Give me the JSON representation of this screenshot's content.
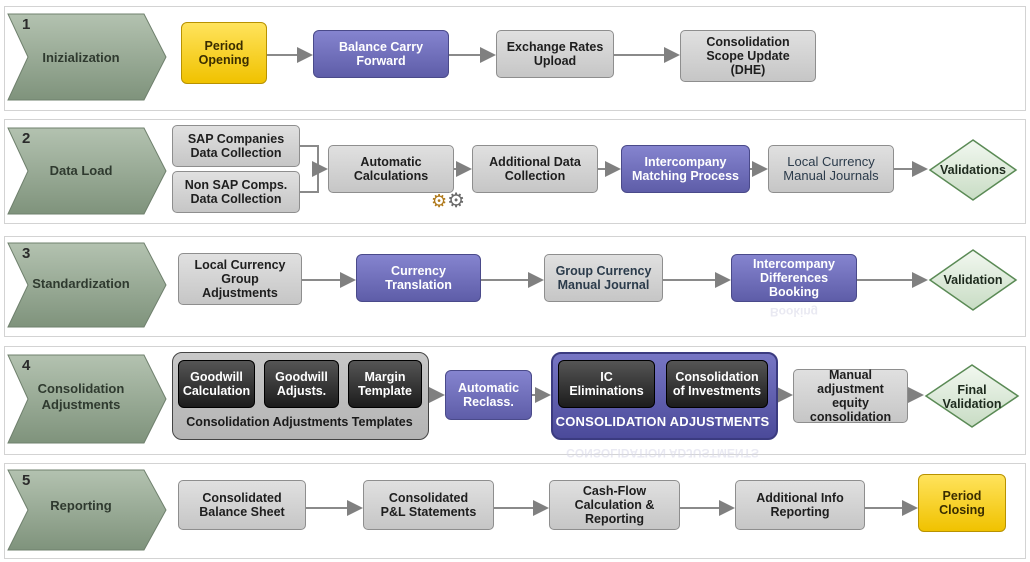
{
  "colors": {
    "chevron": "#8ea08c",
    "gray_box": "#cfcfcf",
    "purple_box": "#6e6dba",
    "yellow_box": "#f7d21a",
    "diamond": "#dfeede",
    "arrow": "#7f7f7f"
  },
  "phases": [
    {
      "number": "1",
      "title": "Inizialization",
      "steps": {
        "period_opening": "Period\nOpening",
        "balance_carry_forward": "Balance Carry\nForward",
        "exchange_rates_upload": "Exchange Rates\nUpload",
        "scope_update": "Consolidation\nScope Update\n(DHE)"
      }
    },
    {
      "number": "2",
      "title": "Data Load",
      "steps": {
        "sap_companies": "SAP Companies\nData Collection",
        "non_sap": "Non SAP Comps.\nData Collection",
        "automatic_calculations": "Automatic\nCalculations",
        "additional_data": "Additional Data\nCollection",
        "ic_matching": "Intercompany\nMatching Process",
        "local_journals": "Local Currency\nManual Journals",
        "validations": "Validations"
      },
      "gear_icon": "gears-icon"
    },
    {
      "number": "3",
      "title": "Standardization",
      "steps": {
        "local_group_adj": "Local Currency\nGroup\nAdjustments",
        "currency_translation": "Currency\nTranslation",
        "group_journal": "Group Currency\nManual Journal",
        "ic_differences": "Intercompany\nDifferences\nBooking",
        "ic_differences_reflection": "Booking",
        "validation": "Validation"
      }
    },
    {
      "number": "4",
      "title": "Consolidation\nAdjustments",
      "steps": {
        "goodwill_calc": "Goodwill\nCalculation",
        "goodwill_adj": "Goodwill\nAdjusts.",
        "margin_template": "Margin\nTemplate",
        "templates_label": "Consolidation  Adjustments Templates",
        "automatic_reclass": "Automatic\nReclass.",
        "ic_eliminations": "IC\nEliminations",
        "consolidation_investments": "Consolidation\nof Investments",
        "consolidation_adjustments_label": "CONSOLIDATION ADJUSTMENTS",
        "consolidation_adjustments_reflection": "CONSOLIDATION ADJUSTMENTS",
        "manual_equity": "Manual\nadjustment\nequity\nconsolidation",
        "final_validation": "Final\nValidation"
      }
    },
    {
      "number": "5",
      "title": "Reporting",
      "steps": {
        "balance_sheet": "Consolidated\nBalance Sheet",
        "pl_statements": "Consolidated\nP&L Statements",
        "cash_flow": "Cash-Flow\nCalculation &\nReporting",
        "additional_info": "Additional Info\nReporting",
        "period_closing": "Period\nClosing"
      }
    }
  ]
}
